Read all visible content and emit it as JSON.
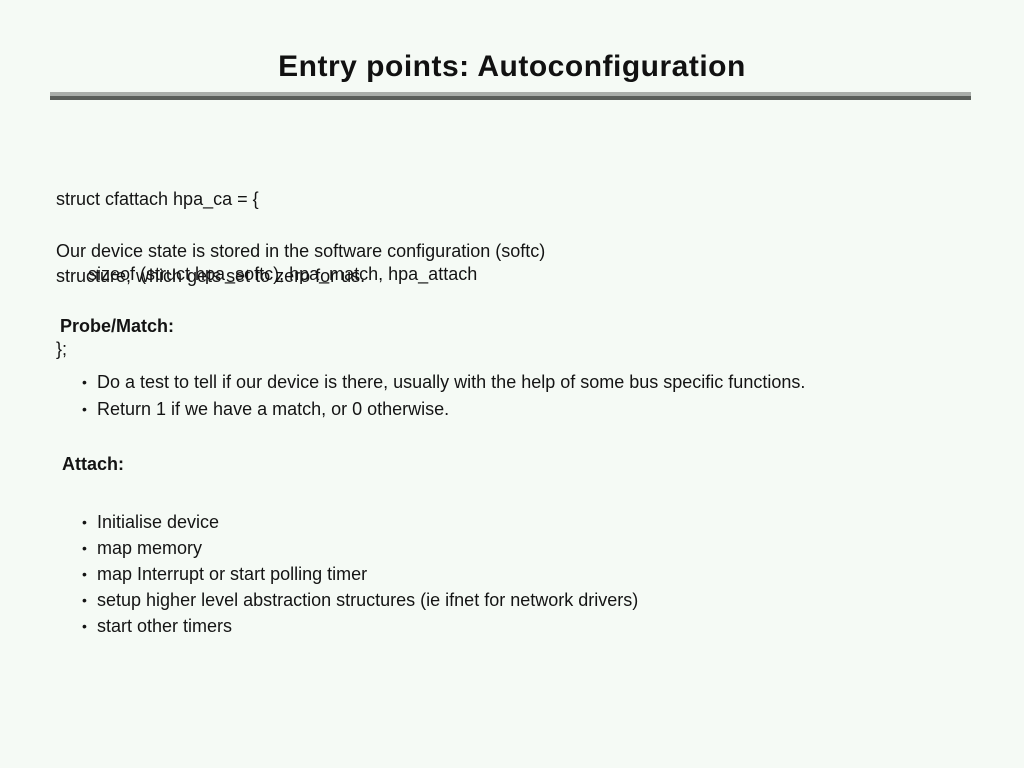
{
  "title": "Entry points: Autoconfiguration",
  "bullet_glyph": "•",
  "code": {
    "line1": "struct cfattach hpa_ca = {",
    "line2": "sizeof (struct hpa_softc), hpa_match, hpa_attach",
    "line3": "};"
  },
  "paragraph": {
    "line1": "Our device state is stored in the software configuration (softc)",
    "line2": "structure, which gets set to zero for us."
  },
  "sections": [
    {
      "heading": "Probe/Match:",
      "bullets": [
        "Do a test to tell if our device is there, usually with the help of some bus specific functions.",
        "Return 1 if we have a match, or 0 otherwise."
      ]
    },
    {
      "heading": "Attach:",
      "bullets": [
        "Initialise device",
        "map memory",
        "map Interrupt or start polling timer",
        "setup higher level abstraction structures (ie ifnet for network drivers)",
        "start other timers"
      ]
    }
  ],
  "colors": {
    "background": "#f5faf5",
    "text": "#141414",
    "rule_top": "#a9ada9",
    "rule_bottom": "#5a5e5a"
  }
}
